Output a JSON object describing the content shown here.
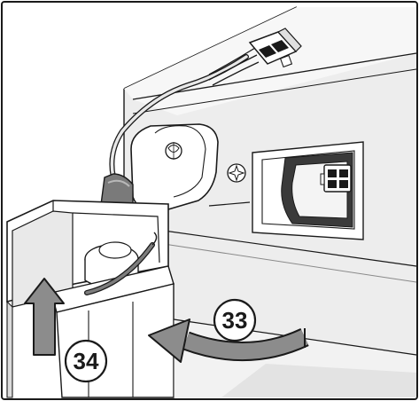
{
  "figure": {
    "callouts": [
      {
        "id": "33",
        "label": "33"
      },
      {
        "id": "34",
        "label": "34"
      }
    ],
    "colors": {
      "line": "#1a1a1a",
      "grey_dark": "#6f6f6f",
      "grey_mid": "#a8a8a8",
      "grey_light": "#d4d4d4",
      "paper": "#ffffff"
    },
    "icons": [
      "connector-plug-icon",
      "screw-head-icon",
      "socket-icon",
      "rotate-arrow-icon",
      "up-arrow-icon"
    ]
  }
}
